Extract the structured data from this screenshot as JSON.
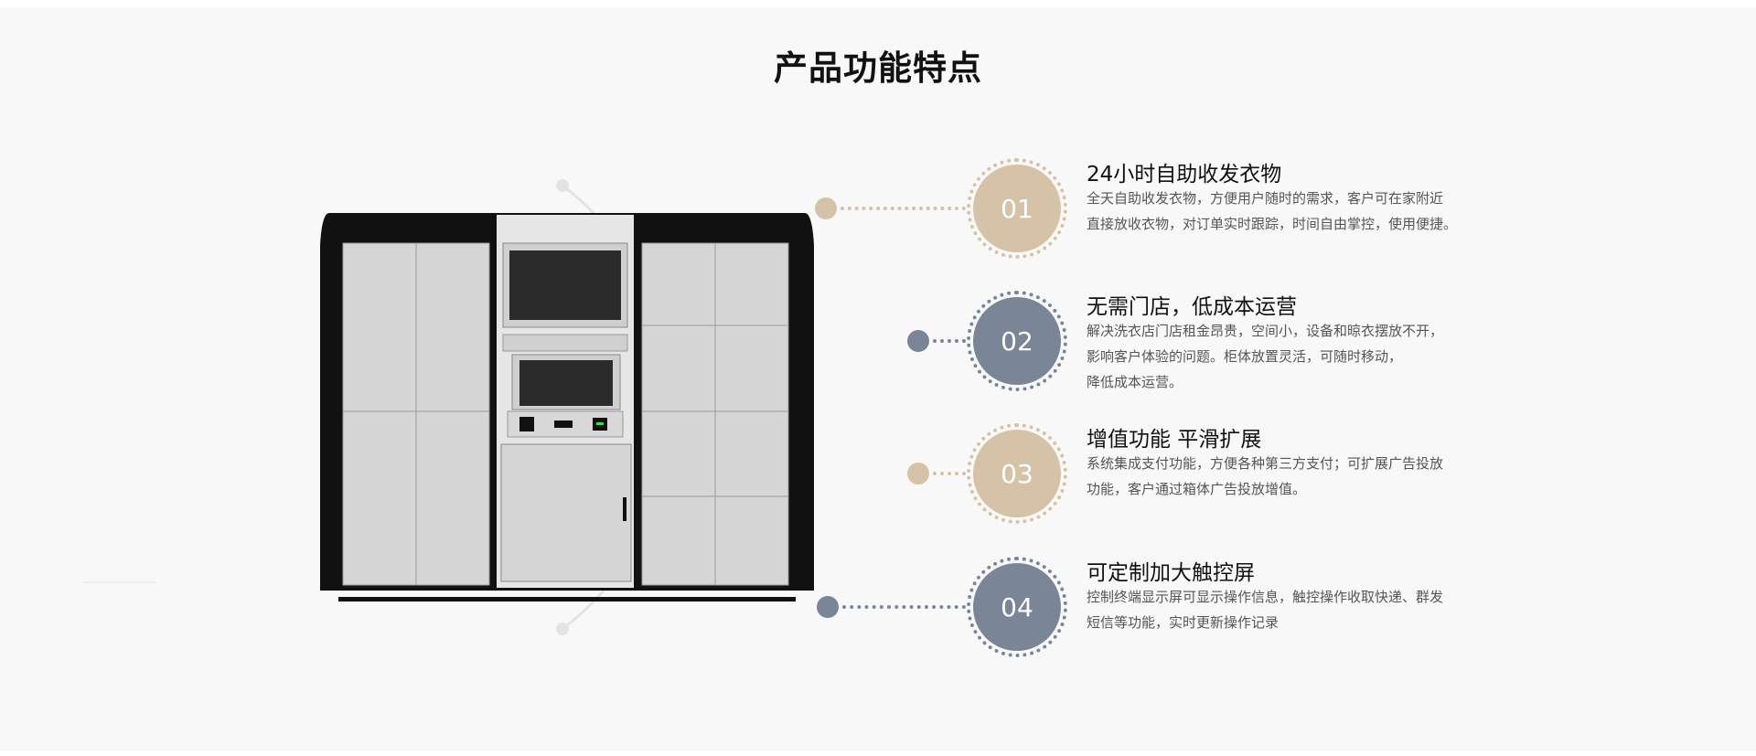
{
  "page": {
    "title": "产品功能特点"
  },
  "colors": {
    "beige": "#d6c2a6",
    "slate": "#7a8598"
  },
  "features": [
    {
      "number": "01",
      "color": "beige",
      "title": "24小时自助收发衣物",
      "lines": [
        "全天自助收发衣物，方便用户随时的需求，客户可在家附近",
        "直接放收衣物，对订单实时跟踪，时间自由掌控，使用便捷。"
      ]
    },
    {
      "number": "02",
      "color": "slate",
      "title": "无需门店，低成本运营",
      "lines": [
        "解决洗衣店门店租金昂贵，空间小，设备和晾衣摆放不开，",
        "影响客户体验的问题。柜体放置灵活，可随时移动，",
        "降低成本运营。"
      ]
    },
    {
      "number": "03",
      "color": "beige",
      "title": "增值功能 平滑扩展",
      "lines": [
        "系统集成支付功能，方便各种第三方支付；可扩展广告投放",
        "功能，客户通过箱体广告投放增值。"
      ]
    },
    {
      "number": "04",
      "color": "slate",
      "title": "可定制加大触控屏",
      "lines": [
        "控制终端显示屏可显示操作信息，触控操作收取快递、群发",
        "短信等功能，实时更新操作记录"
      ]
    }
  ]
}
